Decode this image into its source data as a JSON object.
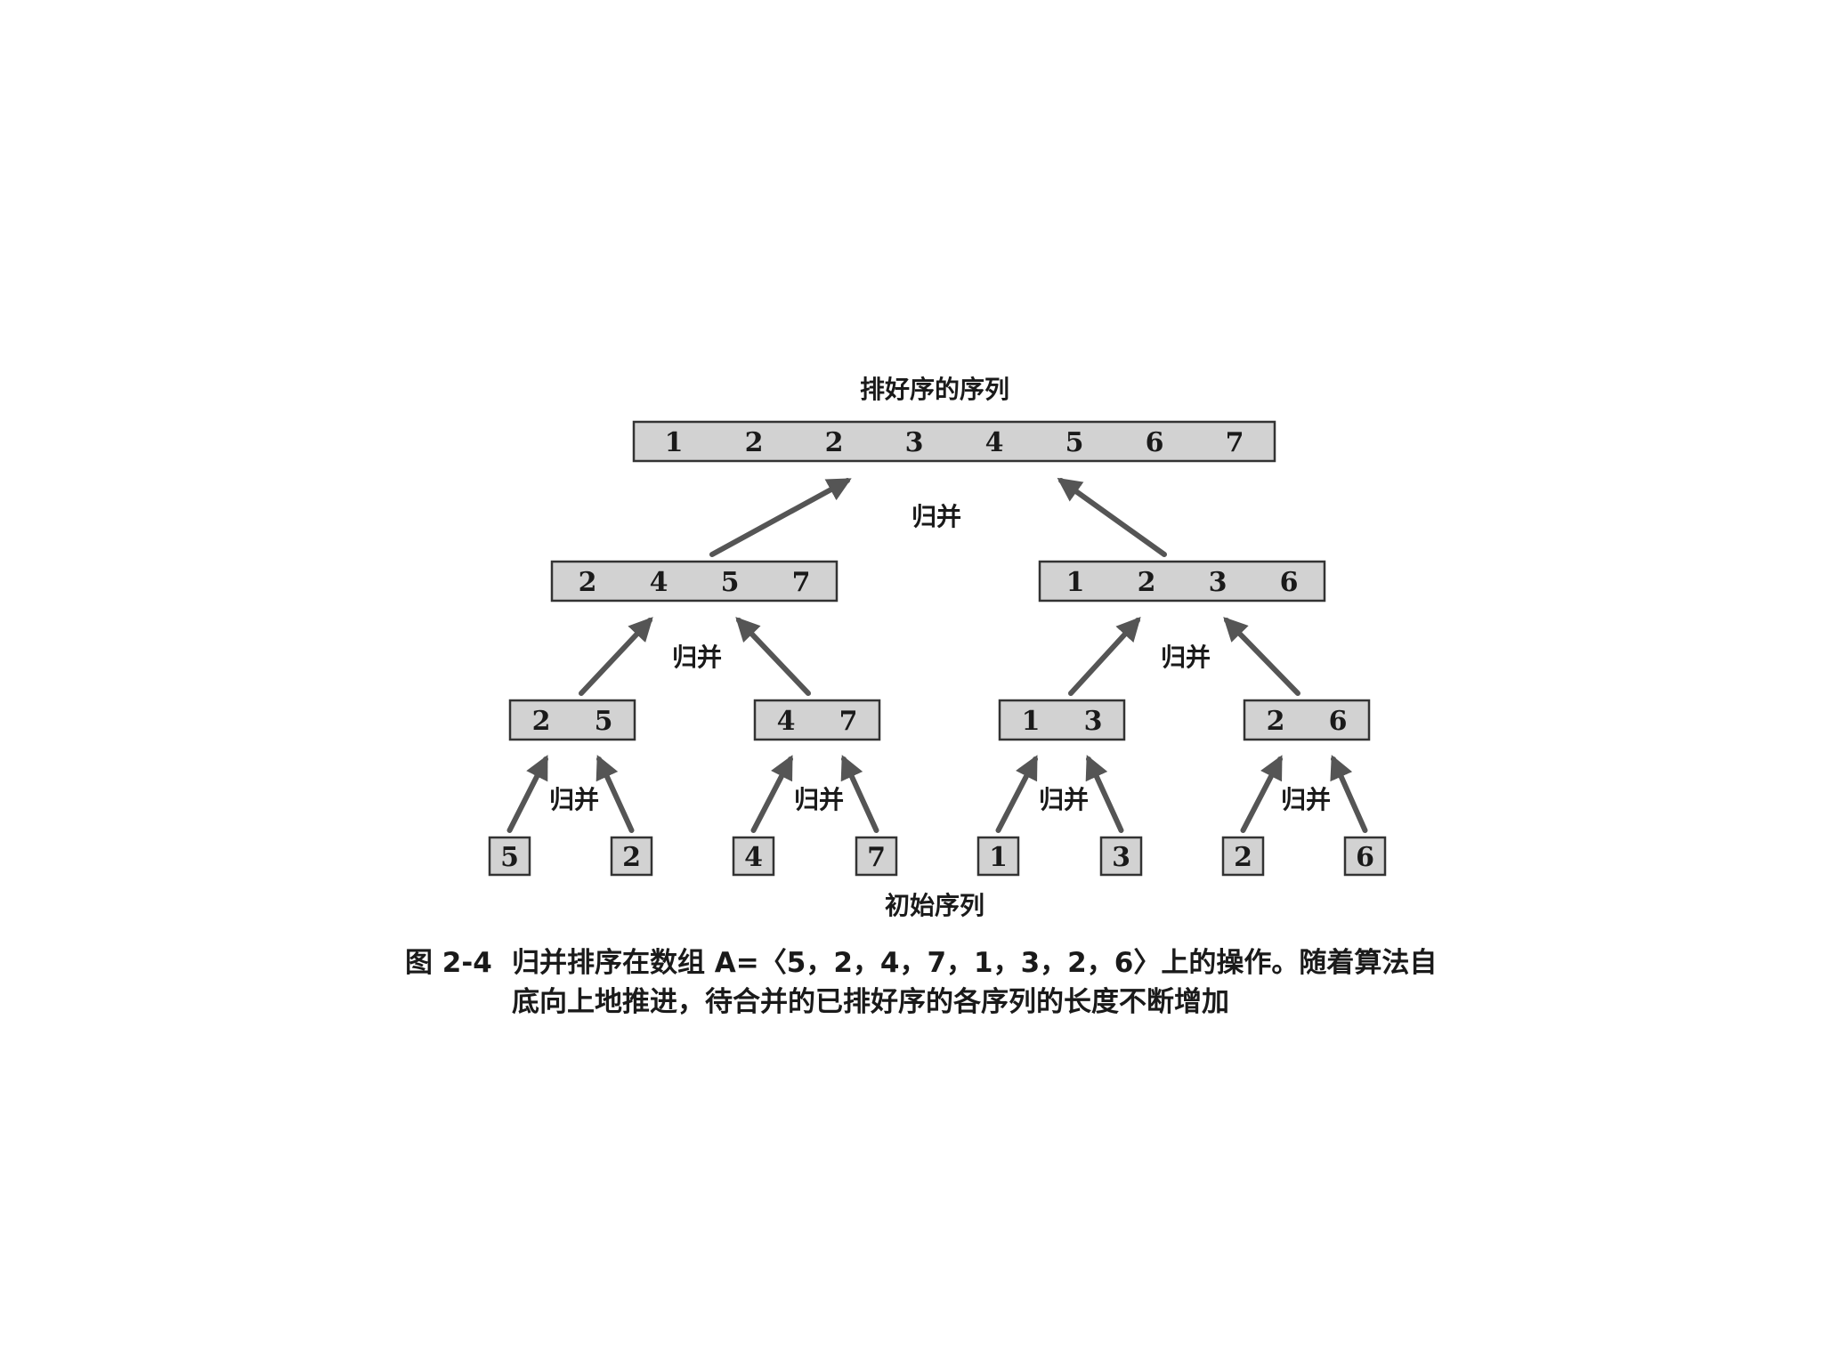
{
  "labels": {
    "top": "排好序的序列",
    "merge": "归并",
    "bottom": "初始序列"
  },
  "levels": [
    [
      [
        1,
        2,
        2,
        3,
        4,
        5,
        6,
        7
      ]
    ],
    [
      [
        2,
        4,
        5,
        7
      ],
      [
        1,
        2,
        3,
        6
      ]
    ],
    [
      [
        2,
        5
      ],
      [
        4,
        7
      ],
      [
        1,
        3
      ],
      [
        2,
        6
      ]
    ],
    [
      [
        5
      ],
      [
        2
      ],
      [
        4
      ],
      [
        7
      ],
      [
        1
      ],
      [
        3
      ],
      [
        2
      ],
      [
        6
      ]
    ]
  ],
  "caption": {
    "figure": "图 2-4",
    "line1": "归并排序在数组 A=〈5，2，4，7，1，3，2，6〉上的操作。随着算法自",
    "line2": "底向上地推进，待合并的已排好序的各序列的长度不断增加"
  },
  "colors": {
    "box_fill": "#d2d2d2",
    "box_stroke": "#333333",
    "arrow": "#555555"
  }
}
